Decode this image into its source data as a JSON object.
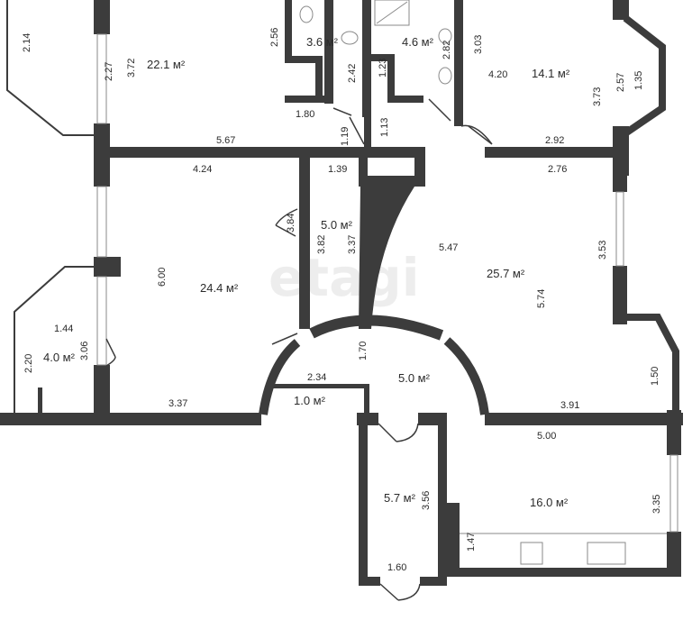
{
  "watermark": "etagi",
  "areas": [
    {
      "id": "living-room",
      "text": "22.1 м²"
    },
    {
      "id": "bathroom",
      "text": "3.6 м²"
    },
    {
      "id": "toilet",
      "text": "4.6 м²"
    },
    {
      "id": "bedroom-right",
      "text": "14.1 м²"
    },
    {
      "id": "bedroom-left",
      "text": "24.4 м²"
    },
    {
      "id": "wardrobe",
      "text": "5.0 м²"
    },
    {
      "id": "hall",
      "text": "25.7 м²"
    },
    {
      "id": "balcony",
      "text": "4.0 м²"
    },
    {
      "id": "foyer",
      "text": "5.0 м²"
    },
    {
      "id": "closet",
      "text": "1.0 м²"
    },
    {
      "id": "storage",
      "text": "5.7 м²"
    },
    {
      "id": "kitchen",
      "text": "16.0 м²"
    }
  ],
  "dimensions": [
    "2.14",
    "2.27",
    "3.72",
    "2.56",
    "2.42",
    "1.80",
    "1.23",
    "2.82",
    "3.03",
    "4.20",
    "2.57",
    "1.35",
    "3.73",
    "5.67",
    "1.19",
    "1.13",
    "2.92",
    "4.24",
    "1.39",
    "2.76",
    "3.84",
    "3.82",
    "3.37",
    "5.47",
    "3.53",
    "6.00",
    "5.74",
    "1.44",
    "3.06",
    "2.20",
    "1.70",
    "2.34",
    "1.50",
    "3.37",
    "3.91",
    "5.00",
    "3.56",
    "3.35",
    "1.47",
    "1.60"
  ]
}
